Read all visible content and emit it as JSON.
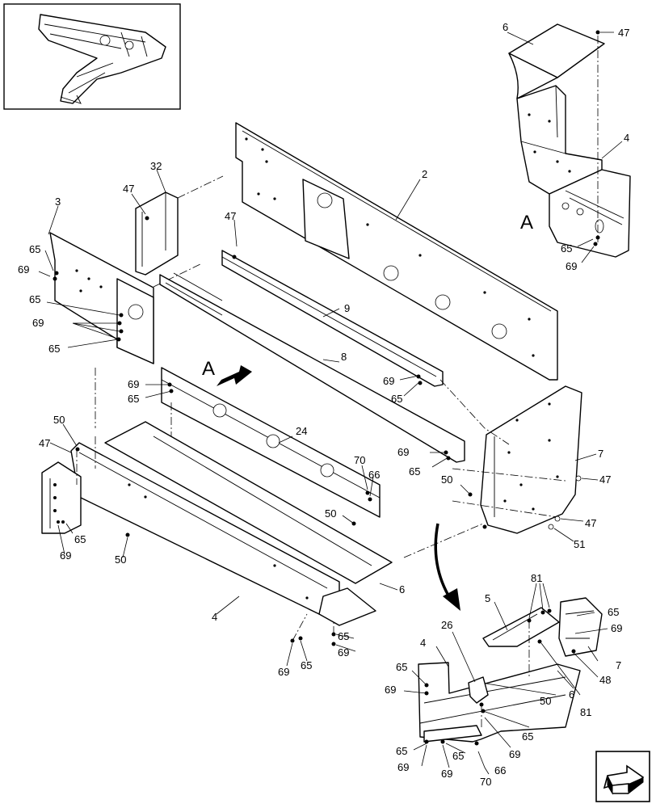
{
  "callouts": {
    "c6_top": "6",
    "c47_top": "47",
    "c4_top": "4",
    "cA_top": "A",
    "c65_top": "65",
    "c69_top": "69",
    "c32": "32",
    "c47_a": "47",
    "c47_b": "47",
    "c3": "3",
    "c2": "2",
    "c65_a": "65",
    "c69_a": "69",
    "c65_b": "65",
    "c69_b": "69",
    "c65_c": "65",
    "c9": "9",
    "c8": "8",
    "c69_c": "69",
    "c65_d": "65",
    "cA_arrow": "A",
    "c69_d": "69",
    "c65_e": "65",
    "c24": "24",
    "c50_a": "50",
    "c47_c": "47",
    "c69_e": "69",
    "c65_f": "65",
    "c70_a": "70",
    "c66_a": "66",
    "c7": "7",
    "c47_d": "47",
    "c50_b": "50",
    "c47_e": "47",
    "c51": "51",
    "c50_c": "50",
    "c65_g": "65",
    "c69_f": "69",
    "c50_d": "50",
    "c6_mid": "6",
    "c4_mid": "4",
    "c65_h": "65",
    "c69_g": "69",
    "c69_h": "69",
    "c65_i": "65",
    "c81_a": "81",
    "c5": "5",
    "c26": "26",
    "c4_det": "4",
    "c65_j": "65",
    "c69_i": "69",
    "c7_det": "7",
    "c48": "48",
    "c6_det": "6",
    "c81_b": "81",
    "c50_e": "50",
    "c65_k": "65",
    "c69_j": "69",
    "c65_l": "65",
    "c69_k": "69",
    "c65_m": "65",
    "c69_l": "69",
    "c66_b": "66",
    "c70_b": "70"
  },
  "icons": {
    "thumbnail": "assembly-thumbnail-icon",
    "view_arrow": "view-direction-arrow-icon",
    "detail_arrow": "detail-callout-arrow-icon",
    "nav": "next-page-arrow-icon"
  }
}
